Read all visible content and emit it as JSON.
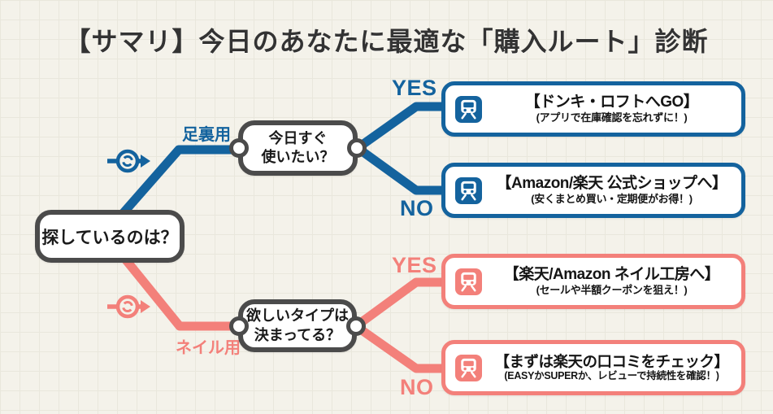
{
  "title": "【サマリ】今日のあなたに最適な「購入ルート」診断",
  "colors": {
    "blue": "#14639e",
    "pink": "#f3807a",
    "node_border": "#4b4b4b",
    "background": "#f4f2ea",
    "grid": "#e9e7dc",
    "title_text": "#333333"
  },
  "root": {
    "label": "探しているのは？"
  },
  "branches": [
    {
      "id": "sole",
      "branch_label": "足裏用",
      "question": {
        "line1": "今日すぐ",
        "line2": "使いたい？"
      },
      "yes": {
        "label": "YES",
        "result_title": "【ドンキ・ロフトへGO】",
        "result_note": "(アプリで在庫確認を忘れずに！)"
      },
      "no": {
        "label": "NO",
        "result_title": "【Amazon/楽天 公式ショップへ】",
        "result_note": "(安くまとめ買い・定期便がお得！)"
      }
    },
    {
      "id": "nail",
      "branch_label": "ネイル用",
      "question": {
        "line1": "欲しいタイプは",
        "line2": "決まってる？"
      },
      "yes": {
        "label": "YES",
        "result_title": "【楽天/Amazon ネイル工房へ】",
        "result_note": "(セールや半額クーポンを狙え！)"
      },
      "no": {
        "label": "NO",
        "result_title": "【まずは楽天の口コミをチェック】",
        "result_note": "(EASYかSUPERか、レビューで持続性を確認！)"
      }
    }
  ],
  "icons": {
    "train": "train-icon",
    "transfer": "transfer-station-icon"
  }
}
